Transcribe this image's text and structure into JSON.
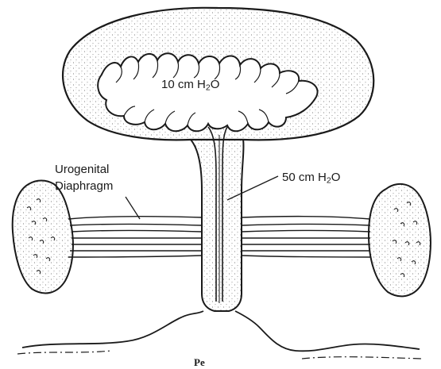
{
  "labels": {
    "bladder_pressure": {
      "value": "10 cm",
      "chemical": "H",
      "subscript": "2",
      "suffix": "O"
    },
    "urogenital_diaphragm": {
      "line1": "Urogenital",
      "line2": "Diaphragm"
    },
    "urethral_pressure": {
      "value": "50 cm",
      "chemical": "H",
      "subscript": "2",
      "suffix": "O"
    },
    "bottom_cut_off": "Pe"
  },
  "colors": {
    "ink": "#1a1a1a",
    "stipple": "#444444",
    "background": "#ffffff"
  }
}
